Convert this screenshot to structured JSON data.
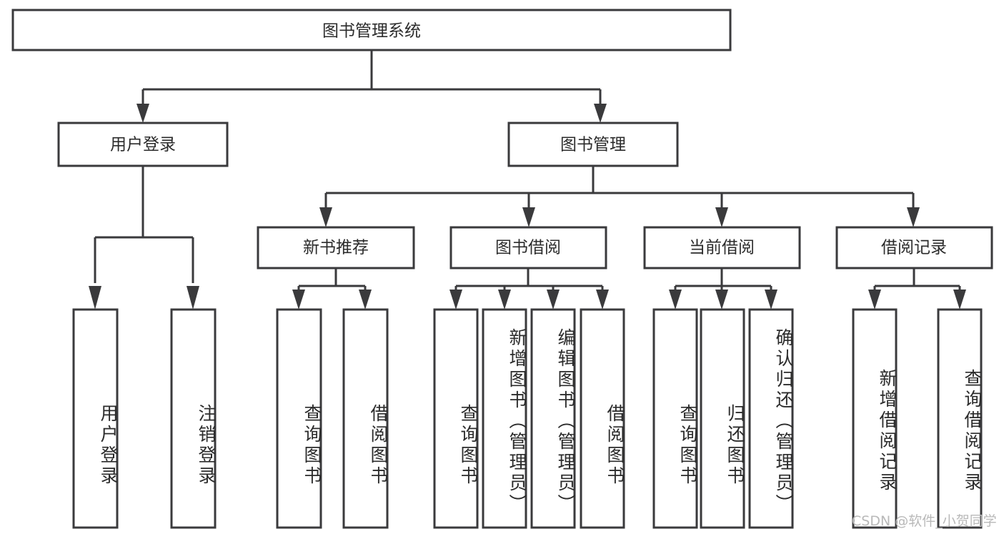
{
  "diagram": {
    "type": "tree",
    "root": {
      "id": "root",
      "label": "图书管理系统"
    },
    "level2": [
      {
        "id": "user-login",
        "label": "用户登录"
      },
      {
        "id": "book-management",
        "label": "图书管理"
      }
    ],
    "level3": [
      {
        "id": "new-book-recommend",
        "label": "新书推荐"
      },
      {
        "id": "book-borrow",
        "label": "图书借阅"
      },
      {
        "id": "current-borrow",
        "label": "当前借阅"
      },
      {
        "id": "borrow-record",
        "label": "借阅记录"
      }
    ],
    "leaves": {
      "user_login": [
        {
          "id": "leaf-user-login",
          "label": "用户登录"
        },
        {
          "id": "leaf-logout-login",
          "label": "注销登录"
        }
      ],
      "new_book_recommend": [
        {
          "id": "leaf-query-book-1",
          "label": "查询图书"
        },
        {
          "id": "leaf-borrow-book-1",
          "label": "借阅图书"
        }
      ],
      "book_borrow": [
        {
          "id": "leaf-query-book-2",
          "label": "查询图书"
        },
        {
          "id": "leaf-add-book",
          "label": "新增图书（管理员）"
        },
        {
          "id": "leaf-edit-book",
          "label": "编辑图书（管理员）"
        },
        {
          "id": "leaf-borrow-book-2",
          "label": "借阅图书"
        }
      ],
      "current_borrow": [
        {
          "id": "leaf-query-book-3",
          "label": "查询图书"
        },
        {
          "id": "leaf-return-book",
          "label": "归还图书"
        },
        {
          "id": "leaf-confirm-return",
          "label": "确认归还（管理员）"
        }
      ],
      "borrow_record": [
        {
          "id": "leaf-add-record",
          "label": "新增借阅记录"
        },
        {
          "id": "leaf-query-record",
          "label": "查询借阅记录"
        }
      ]
    },
    "watermark": "CSDN @软件_小贺同学",
    "colors": {
      "stroke": "#3a3a3c",
      "box_fill": "#ffffff",
      "text": "#2b2b2b",
      "background": "#ffffff",
      "watermark": "#b9b9b9"
    }
  }
}
